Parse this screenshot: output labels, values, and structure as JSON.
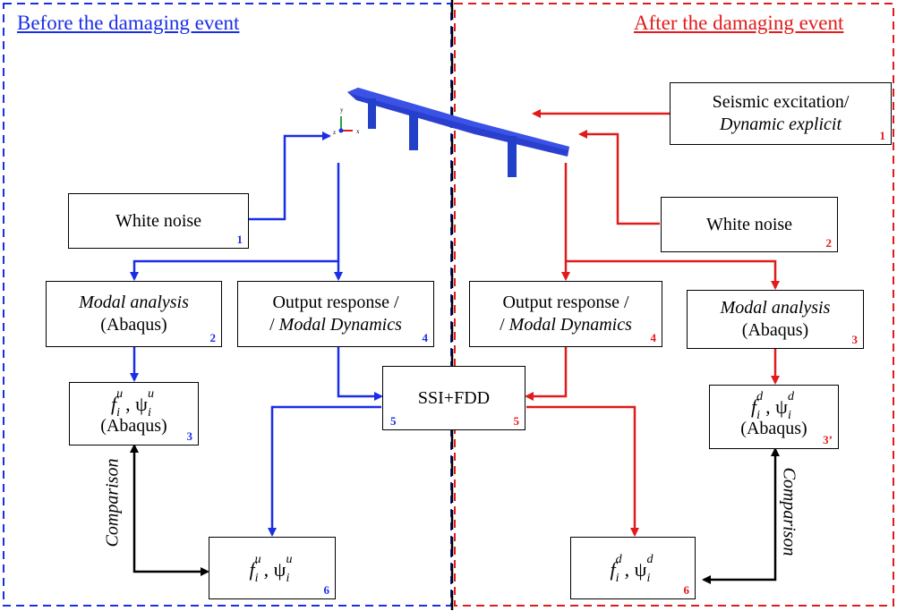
{
  "headers": {
    "before": "Before the damaging event",
    "after": "After the damaging event"
  },
  "colors": {
    "blue": "#1a2ee6",
    "red": "#e01b1b",
    "black": "#000000",
    "bridge": "#2b3fcf"
  },
  "left": {
    "white_noise": {
      "label": "White noise",
      "num": "1"
    },
    "modal_analysis": {
      "line1": "Modal analysis",
      "line2": "(Abaqus)",
      "num": "2"
    },
    "fe_result": {
      "f": "f",
      "sub": "i",
      "sup": "u",
      "sep": ",",
      "psi": "ψ",
      "psi_sub": "i",
      "psi_sup": "u",
      "line2": "(Abaqus)",
      "num": "3"
    },
    "output_response": {
      "line1": "Output response /",
      "line2": "Modal Dynamics",
      "num": "4"
    },
    "ident_result": {
      "f": "f",
      "sub": "i",
      "sup": "u",
      "sep": ",",
      "psi": "ψ",
      "psi_sub": "i",
      "psi_sup": "u",
      "num": "6"
    },
    "comparison": "Comparison"
  },
  "center": {
    "ssi_fdd": {
      "label": "SSI+FDD",
      "num_left": "5",
      "num_right": "5"
    }
  },
  "right": {
    "seismic": {
      "line1": "Seismic excitation/",
      "line2": "Dynamic explicit",
      "num": "1"
    },
    "white_noise": {
      "label": "White noise",
      "num": "2"
    },
    "output_response": {
      "line1": "Output response /",
      "line2": "Modal Dynamics",
      "num": "4"
    },
    "modal_analysis": {
      "line1": "Modal analysis",
      "line2": "(Abaqus)",
      "num": "3"
    },
    "fe_result": {
      "f": "f",
      "sub": "i",
      "sup": "d",
      "sep": ",",
      "psi": "ψ",
      "psi_sub": "i",
      "psi_sup": "d",
      "line2": "(Abaqus)",
      "num": "3’"
    },
    "ident_result": {
      "f": "f",
      "sub": "i",
      "sup": "d",
      "sep": ",",
      "psi": "ψ",
      "psi_sub": "i",
      "psi_sup": "d",
      "num": "6"
    },
    "comparison": "Comparison"
  },
  "axes_labels": {
    "y": "y",
    "x": "x",
    "z": "z"
  }
}
